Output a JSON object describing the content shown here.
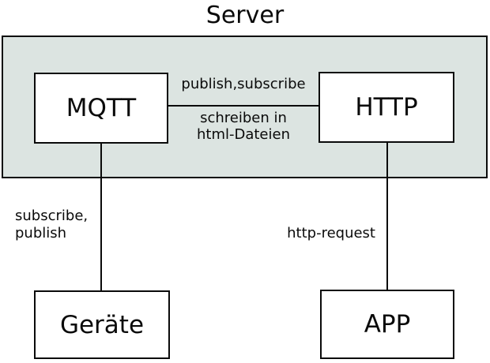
{
  "title": "Server",
  "colors": {
    "server_group_fill": "#dce4e1",
    "node_fill": "#ffffff",
    "border": "#0a0a0a",
    "background": "#ffffff"
  },
  "nodes": {
    "mqtt": {
      "label": "MQTT"
    },
    "http": {
      "label": "HTTP"
    },
    "geraete": {
      "label": "Geräte"
    },
    "app": {
      "label": "APP"
    }
  },
  "edges": {
    "mqtt_http": {
      "top_label": "publish,subscribe",
      "bottom_label_line1": "schreiben in",
      "bottom_label_line2": "html-Dateien"
    },
    "mqtt_geraete": {
      "label_line1": "subscribe,",
      "label_line2": "publish"
    },
    "http_app": {
      "label": "http-request"
    }
  }
}
